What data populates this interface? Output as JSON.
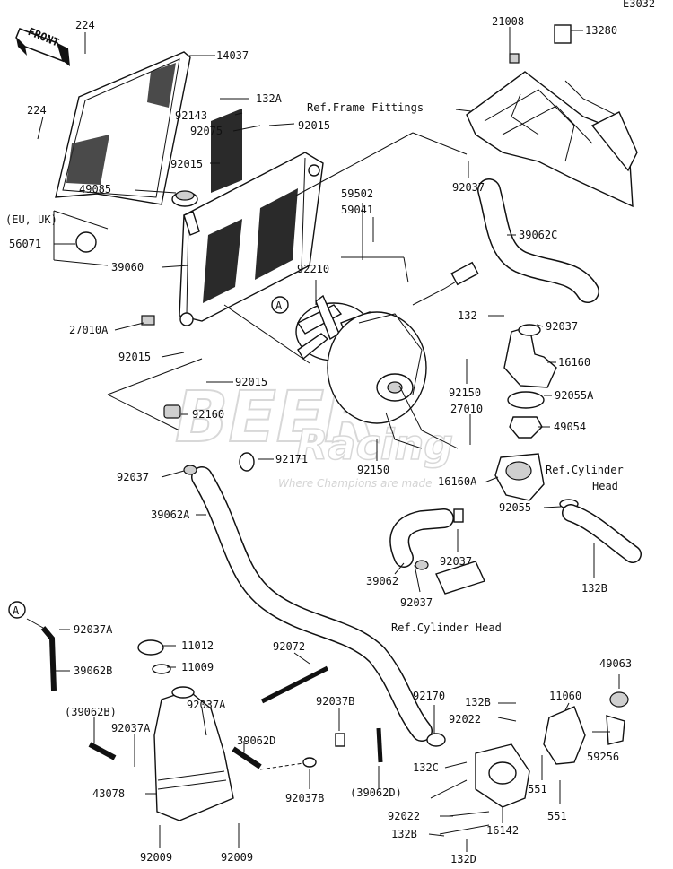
{
  "diagram": {
    "code": "E3032",
    "front_label": "FRONT",
    "watermark": {
      "brand": "BEER",
      "sub": "Racing",
      "tagline": "Where Champions are made"
    },
    "refs": {
      "frame": "Ref.Frame Fittings",
      "cyl_head_1": "Ref.Cylinder",
      "cyl_head_1b": "Head",
      "cyl_head_2": "Ref.Cylinder Head",
      "eu_uk": "(EU, UK)",
      "callout_a": "A"
    },
    "parts": {
      "p224a": "224",
      "p224b": "224",
      "p14037": "14037",
      "p132A": "132A",
      "p92143": "92143",
      "p92075": "92075",
      "p92015a": "92015",
      "p92015b": "92015",
      "p49085": "49085",
      "p56071": "56071",
      "p39060": "39060",
      "p27010A": "27010A",
      "p92015c": "92015",
      "p92015d": "92015",
      "p92160": "92160",
      "p92037a": "92037",
      "p39062A": "39062A",
      "p21008": "21008",
      "p13280": "13280",
      "p92037b": "92037",
      "p59502": "59502",
      "p59041": "59041",
      "p92210": "92210",
      "p39062C": "39062C",
      "p132": "132",
      "p92037c": "92037",
      "p16160": "16160",
      "p92150a": "92150",
      "p92055A": "92055A",
      "p27010": "27010",
      "p49054": "49054",
      "p92171": "92171",
      "p92150b": "92150",
      "p16160A": "16160A",
      "p92055": "92055",
      "p39062": "39062",
      "p92037d": "92037",
      "p92037e": "92037",
      "p132B_a": "132B",
      "p92037A_a": "92037A",
      "p39062B": "39062B",
      "p39062B_p": "(39062B)",
      "p92037A_b": "92037A",
      "p43078": "43078",
      "p92009a": "92009",
      "p92009b": "92009",
      "p11012": "11012",
      "p11009": "11009",
      "p92037A_c": "92037A",
      "p92072": "92072",
      "p39062D": "39062D",
      "p92037B_a": "92037B",
      "p92037B_b": "92037B",
      "p39062D_p": "(39062D)",
      "p92170": "92170",
      "p132B_b": "132B",
      "p92022a": "92022",
      "p11060": "11060",
      "p49063": "49063",
      "p59256": "59256",
      "p132C": "132C",
      "p551a": "551",
      "p551b": "551",
      "p92022b": "92022",
      "p132B_c": "132B",
      "p16142": "16142",
      "p132D": "132D"
    }
  }
}
